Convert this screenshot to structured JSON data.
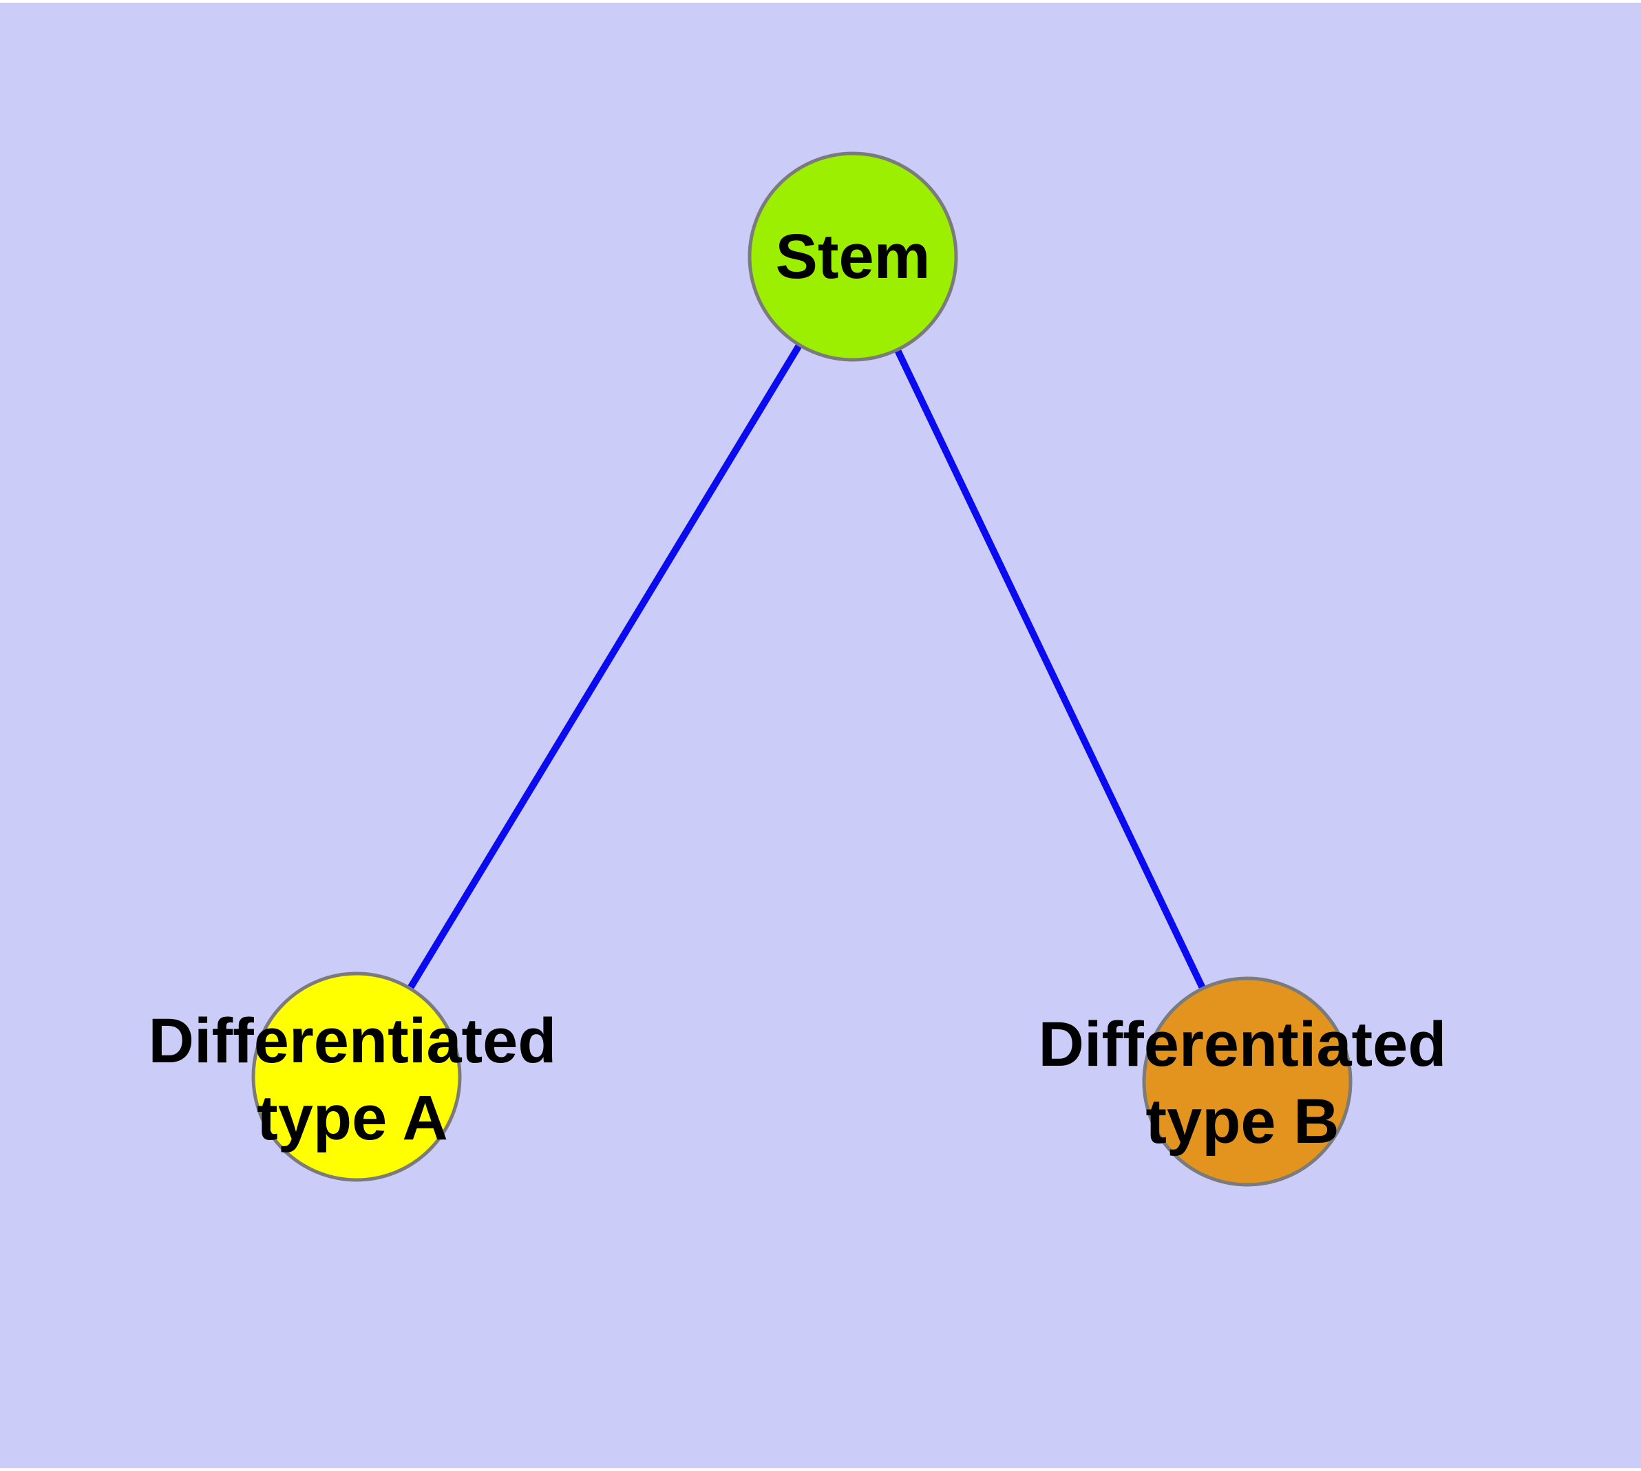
{
  "canvas": {
    "background": "#CCCCF8",
    "margin_color": "#FFFFFF"
  },
  "nodes": {
    "stem": {
      "label": "Stem",
      "fill": "#9CEF00",
      "border": "#7B7B7B",
      "text_color": "#000000"
    },
    "type_a": {
      "line1": "Differentiated",
      "line2": "type A",
      "fill": "#FFFF00",
      "border": "#7B7B7B",
      "text_color": "#000000"
    },
    "type_b": {
      "line1": "Differentiated",
      "line2": "type B",
      "fill": "#E2941F",
      "border": "#7B7B7B",
      "text_color": "#000000"
    }
  },
  "edges": {
    "color": "#0B0BF0",
    "stem_to_type_a": {
      "from": "Stem",
      "to": "Differentiated type A"
    },
    "stem_to_type_b": {
      "from": "Stem",
      "to": "Differentiated type B"
    }
  }
}
